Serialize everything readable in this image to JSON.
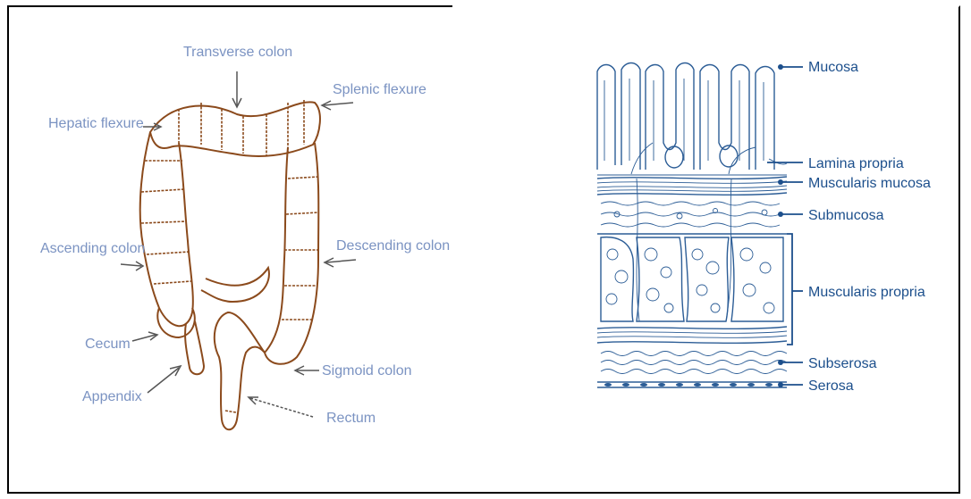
{
  "colon_labels": {
    "transverse": "Transverse colon",
    "splenic": "Splenic flexure",
    "hepatic": "Hepatic flexure",
    "ascending": "Ascending colon",
    "descending": "Descending colon",
    "cecum": "Cecum",
    "sigmoid": "Sigmoid colon",
    "appendix": "Appendix",
    "rectum": "Rectum"
  },
  "layer_labels": {
    "mucosa": "Mucosa",
    "lamina_propria": "Lamina propria",
    "muscularis_mucosa": "Muscularis mucosa",
    "submucosa": "Submucosa",
    "muscularis_propria": "Muscularis propria",
    "subserosa": "Subserosa",
    "serosa": "Serosa"
  },
  "colors": {
    "colon_outline": "#8b4a1c",
    "colon_label": "#7b93c2",
    "histology": "#2c5d96",
    "histology_label": "#1c4f8c"
  }
}
